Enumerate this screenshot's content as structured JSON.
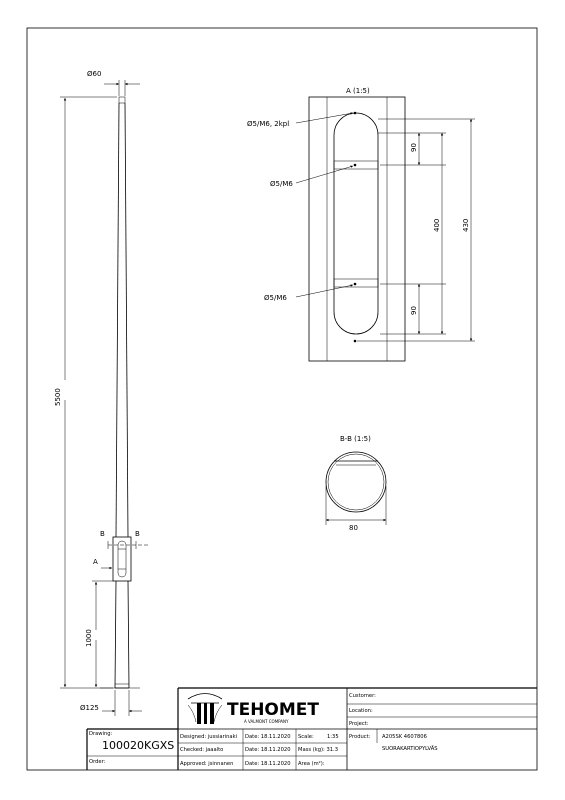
{
  "views": {
    "detail_a_title": "A (1:5)",
    "section_bb_title": "B-B (1:5)"
  },
  "dimensions": {
    "top_diameter": "Ø60",
    "base_diameter": "Ø125",
    "total_height": "5500",
    "bottom_height": "1000",
    "hole_top": "Ø5/M6, 2kpl",
    "hole_mid": "Ø5/M6",
    "hole_bottom": "Ø5/M6",
    "dim_90_top": "90",
    "dim_400": "400",
    "dim_430": "430",
    "dim_90_bottom": "90",
    "section_width": "80"
  },
  "markers": {
    "section_left": "B",
    "section_right": "B",
    "detail": "A"
  },
  "title_block": {
    "logo_name": "TEHOMET",
    "logo_tagline": "A VALMONT COMPANY",
    "customer_label": "Customer:",
    "location_label": "Location:",
    "project_label": "Project:",
    "drawing_label": "Drawing:",
    "drawing_number": "100020KGXS",
    "order_label": "Order:",
    "designed": "Designed: jussiarinaki",
    "checked": "Checked: jaaalto",
    "approved": "Approved: jsinnanen",
    "date1": "Date: 18.11.2020",
    "date2": "Date: 18.11.2020",
    "date3": "Date: 18.11.2020",
    "scale": "Scale:",
    "scale_value": "1:35",
    "mass": "Mass (kg): 31.3",
    "area": "Area (m²):",
    "product_label": "Product:",
    "product_code": "A205SK  4607806",
    "product_name": "SUORAKARTIOPYLVÄS"
  },
  "colors": {
    "line": "#000000",
    "paper": "#ffffff"
  }
}
